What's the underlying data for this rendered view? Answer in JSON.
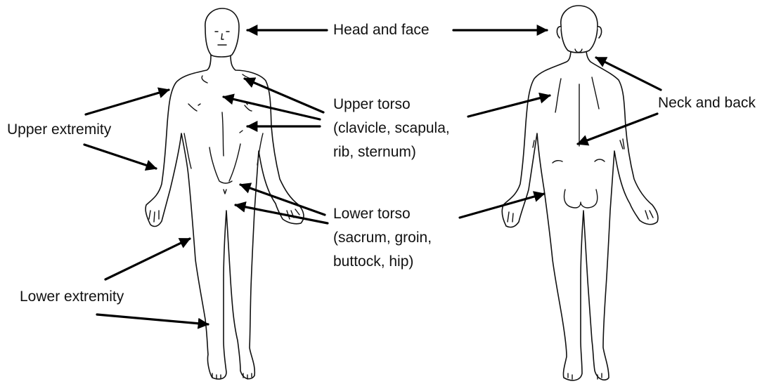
{
  "labels": {
    "head_and_face": "Head and face",
    "upper_torso": [
      "Upper torso",
      "(clavicle, scapula,",
      "rib, sternum)"
    ],
    "neck_and_back": "Neck and back",
    "upper_extremity": "Upper extremity",
    "lower_torso": [
      "Lower torso",
      "(sacrum, groin,",
      "buttock, hip)"
    ],
    "lower_extremity": "Lower extremity"
  },
  "figures": [
    "front-view",
    "back-view"
  ]
}
